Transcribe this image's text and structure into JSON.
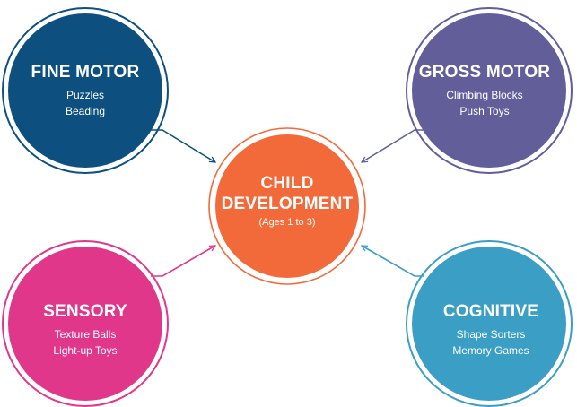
{
  "center": {
    "title_line1": "CHILD",
    "title_line2": "DEVELOPMENT",
    "subtitle": "(Ages 1 to 3)",
    "color": "#f26a3a",
    "ring_color": "#f26a3a"
  },
  "nodes": [
    {
      "id": "fine-motor",
      "title": "FINE MOTOR",
      "items": [
        "Puzzles",
        "Beading"
      ],
      "color": "#0d4f7f",
      "ring_color": "#0d4f7f",
      "arrow_color": "#0d4f7f"
    },
    {
      "id": "gross-motor",
      "title": "GROSS MOTOR",
      "items": [
        "Climbing Blocks",
        "Push Toys"
      ],
      "color": "#615e9a",
      "ring_color": "#615e9a",
      "arrow_color": "#615e9a"
    },
    {
      "id": "sensory",
      "title": "SENSORY",
      "items": [
        "Texture Balls",
        "Light-up Toys"
      ],
      "color": "#e0378a",
      "ring_color": "#e0378a",
      "arrow_color": "#e0378a"
    },
    {
      "id": "cognitive",
      "title": "COGNITIVE",
      "items": [
        "Shape Sorters",
        "Memory Games"
      ],
      "color": "#3a9ec5",
      "ring_color": "#3a9ec5",
      "arrow_color": "#3a9ec5"
    }
  ]
}
